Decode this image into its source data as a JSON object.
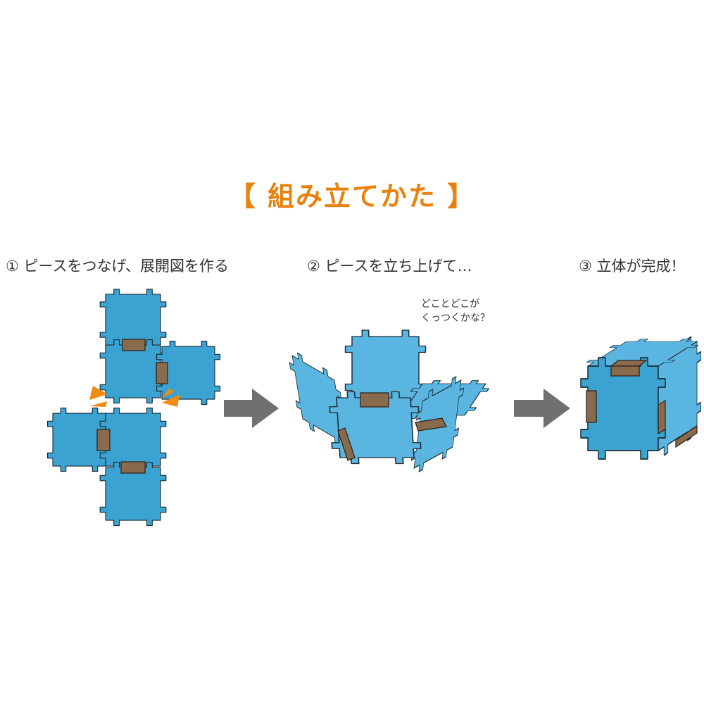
{
  "title": "【 組み立てかた 】",
  "steps": [
    {
      "label": "① ピースをつなげ、展開図を作る"
    },
    {
      "label": "② ピースを立ち上げて…"
    },
    {
      "label": "③ 立体が完成！"
    }
  ],
  "speech": {
    "line1": "どことどこが",
    "line2": "くっつくかな？"
  },
  "colors": {
    "title": "#e8820e",
    "piece": "#3aa3d2",
    "connector": "#8a6a4c",
    "arrow": "#707070",
    "hint": "#f08a10"
  },
  "icons": [
    "arrow-right-icon",
    "arrow-right-icon"
  ]
}
